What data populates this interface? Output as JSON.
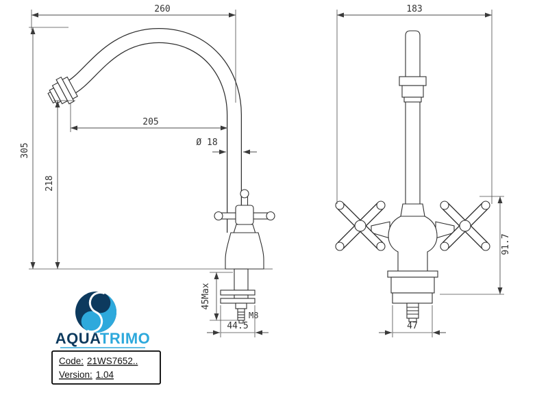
{
  "drawing": {
    "product": "kitchen mixer tap technical drawing"
  },
  "left_view": {
    "name": "side view",
    "dims": {
      "overall_width": "260",
      "spout_reach": "205",
      "overall_height": "305",
      "spout_height": "218",
      "spout_diameter": "Ø 18",
      "shank_length": "45Max",
      "thread": "M8",
      "base_width": "44.5"
    }
  },
  "right_view": {
    "name": "front view",
    "dims": {
      "overall_width": "183",
      "body_height": "91.7",
      "base_width": "47"
    }
  },
  "logo": {
    "brand_primary": "AQUA",
    "brand_secondary": "TRIMO"
  },
  "info_box": {
    "code_label": "Code:",
    "code_value": "21WS7652..",
    "version_label": "Version:",
    "version_value": "1.04"
  },
  "colors": {
    "line": "#2e2e2e",
    "dimension": "#4a4a4a",
    "logo_dark": "#0d3a5e",
    "logo_blue": "#2ea9dc",
    "background": "#ffffff"
  }
}
